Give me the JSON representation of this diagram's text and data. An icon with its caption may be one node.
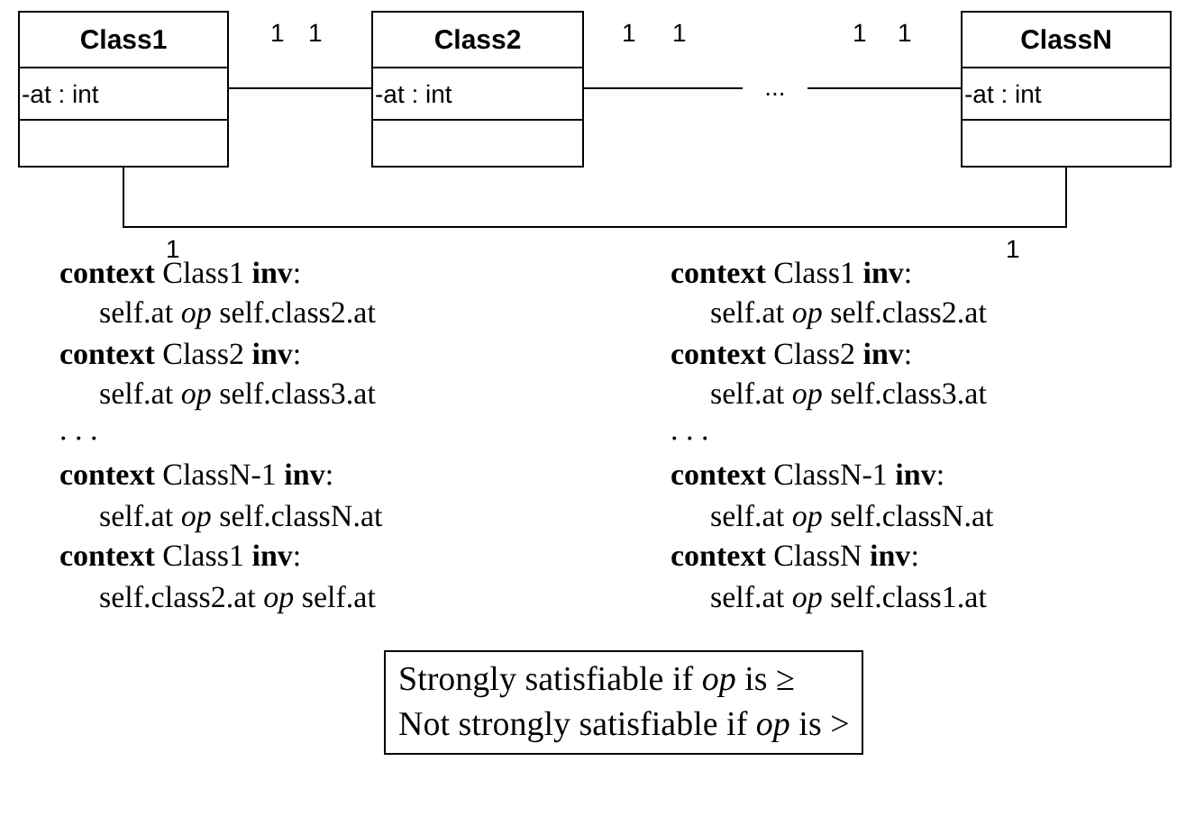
{
  "diagram": {
    "nodes": [
      {
        "text": [
          "Class1",
          "-at : int"
        ]
      },
      {
        "text": [
          "Class2",
          "-at : int"
        ]
      },
      {
        "text": [
          "ClassN",
          "-at : int"
        ]
      },
      {
        "text": [
          "..."
        ]
      },
      {
        "text": [
          "Strongly satisfiable if *op* is ≥",
          "Not strongly satisfiable if *op* is >"
        ]
      }
    ],
    "edges": [
      {
        "from": 0,
        "to": 1,
        "arrow": "none"
      },
      {
        "from": 1,
        "to": 3,
        "arrow": "none"
      },
      {
        "from": 3,
        "to": 2,
        "arrow": "none"
      },
      {
        "from": 0,
        "to": 2,
        "arrow": "none"
      }
    ],
    "labels": [
      "1",
      "1",
      "1",
      "1",
      "1",
      "1",
      "1",
      "1",
      "**context** Class1 **inv**:",
      "**context** Class1 **inv**:",
      "self.at *op* self.class2.at",
      "self.at *op* self.class2.at",
      "**context** Class2 **inv**:",
      "**context** Class2 **inv**:",
      "self.at *op* self.class3.at",
      "self.at *op* self.class3.at",
      ". . .",
      ". . .",
      "**context** ClassN-1 **inv**:",
      "**context** ClassN-1 **inv**:",
      "self.at *op* self.classN.at",
      "self.at *op* self.classN.at",
      "**context** Class1 **inv**:",
      "**context** ClassN **inv**:",
      "self.class2.at *op* self.at",
      "self.at *op* self.class1.at"
    ]
  }
}
